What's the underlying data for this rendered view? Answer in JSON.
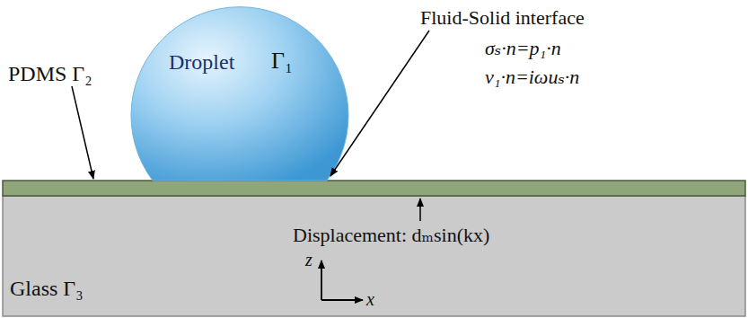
{
  "diagram": {
    "nodes": [
      {
        "text": [
          "Droplet",
          "Γ₁"
        ]
      },
      {
        "text": [
          "PDMS Γ₂"
        ]
      },
      {
        "text": [
          "Glass Γ₃"
        ]
      }
    ],
    "labels": [
      "Fluid-Solid interface",
      "σₛ·n=p₁·n",
      "v₁·n=iωuₛ·n",
      "Displacement: dₘsin(kx)",
      "z",
      "x"
    ]
  }
}
